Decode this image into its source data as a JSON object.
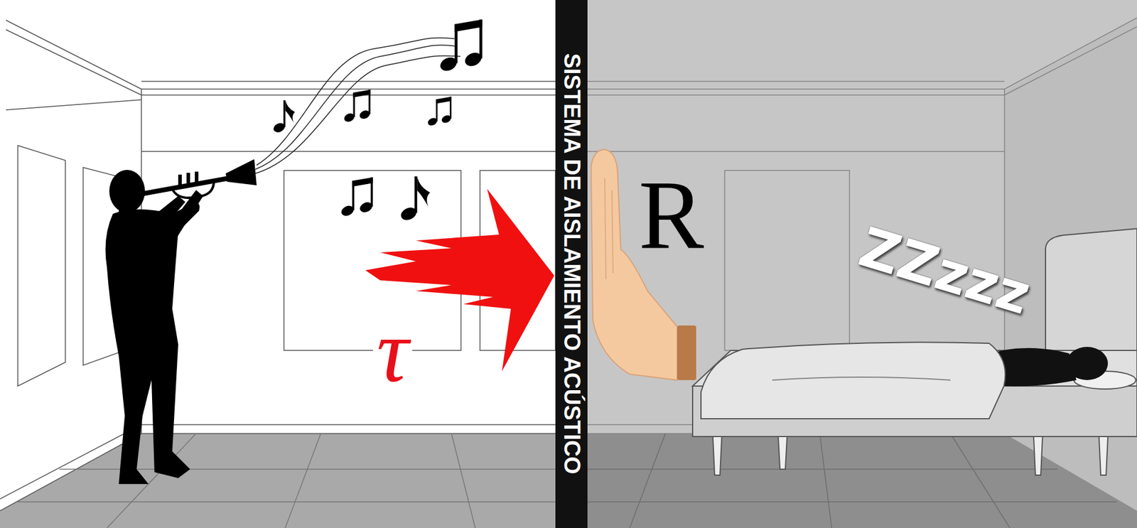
{
  "diagram": {
    "labels": [
      "SISTEMA DE AISLAMIENTO ACÚSTICO",
      "τ",
      "R",
      "ZZzzz"
    ]
  }
}
